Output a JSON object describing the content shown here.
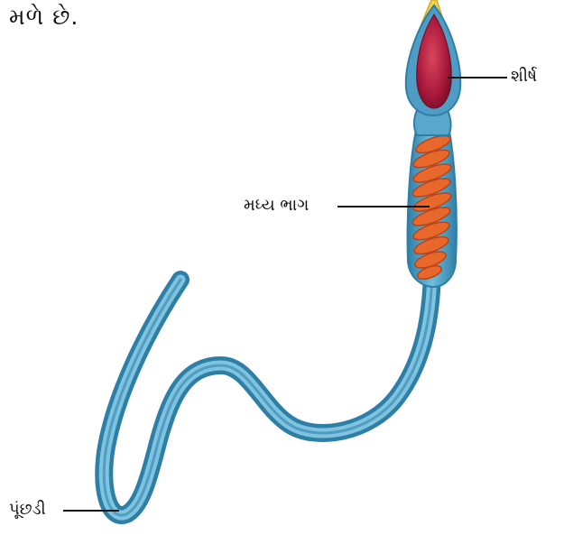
{
  "page": {
    "top_text": "મળે છે."
  },
  "labels": {
    "head": "શીર્ષ",
    "midpiece": "મધ્ય ભાગ",
    "tail": "પૂંછડી"
  },
  "colors": {
    "tail_outer": "#3b8fb5",
    "tail_inner": "#7fc3dd",
    "tail_core": "#5aa7cc",
    "head_red": "#b1213f",
    "acrosome_yellow": "#f0d24a",
    "mito_orange": "#e8672a",
    "leader_line": "#111111"
  }
}
